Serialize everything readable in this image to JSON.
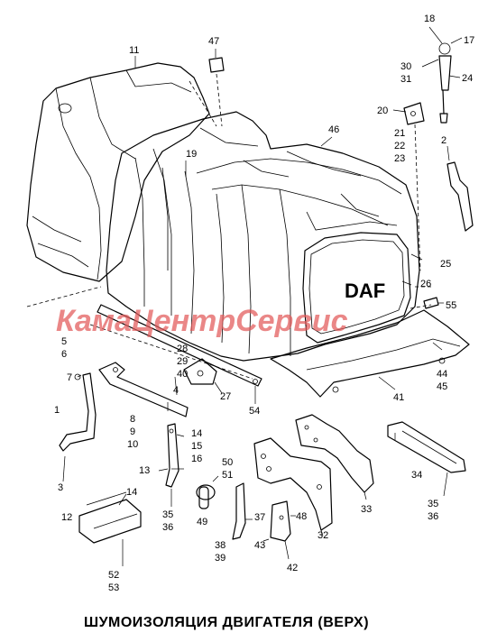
{
  "title": "ШУМОИЗОЛЯЦИЯ ДВИГАТЕЛЯ (ВЕРХ)",
  "watermark": "КамаЦентрСервис",
  "logo": "DAF",
  "callouts": {
    "c1": "1",
    "c2": "2",
    "c3": "3",
    "c4": "4",
    "c5": "5",
    "c6": "6",
    "c7": "7",
    "c8": "8",
    "c9": "9",
    "c10": "10",
    "c11": "11",
    "c12": "12",
    "c13": "13",
    "c14a": "14",
    "c14b": "14",
    "c15": "15",
    "c16": "16",
    "c17": "17",
    "c18": "18",
    "c19": "19",
    "c20": "20",
    "c21": "21",
    "c22": "22",
    "c23": "23",
    "c24": "24",
    "c25": "25",
    "c26": "26",
    "c27": "27",
    "c28": "28",
    "c29": "29",
    "c30": "30",
    "c31": "31",
    "c32": "32",
    "c33": "33",
    "c34": "34",
    "c35a": "35",
    "c36a": "36",
    "c35b": "35",
    "c36b": "36",
    "c37": "37",
    "c38": "38",
    "c39": "39",
    "c40": "40",
    "c41": "41",
    "c42": "42",
    "c43": "43",
    "c44": "44",
    "c45": "45",
    "c46": "46",
    "c47": "47",
    "c48": "48",
    "c49": "49",
    "c50": "50",
    "c51": "51",
    "c52": "52",
    "c53": "53",
    "c54": "54",
    "c55": "55"
  }
}
